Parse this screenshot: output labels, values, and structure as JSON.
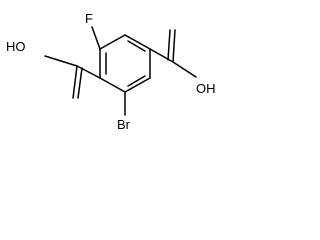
{
  "molecule": {
    "name": "",
    "atom_labels": {
      "fluorine": "F",
      "bromine": "Br",
      "hydroxyl_left": "HO",
      "hydroxyl_right": "OH"
    },
    "colors": {
      "bond": "#000000",
      "label": "#000000",
      "background": "#ffffff"
    }
  }
}
